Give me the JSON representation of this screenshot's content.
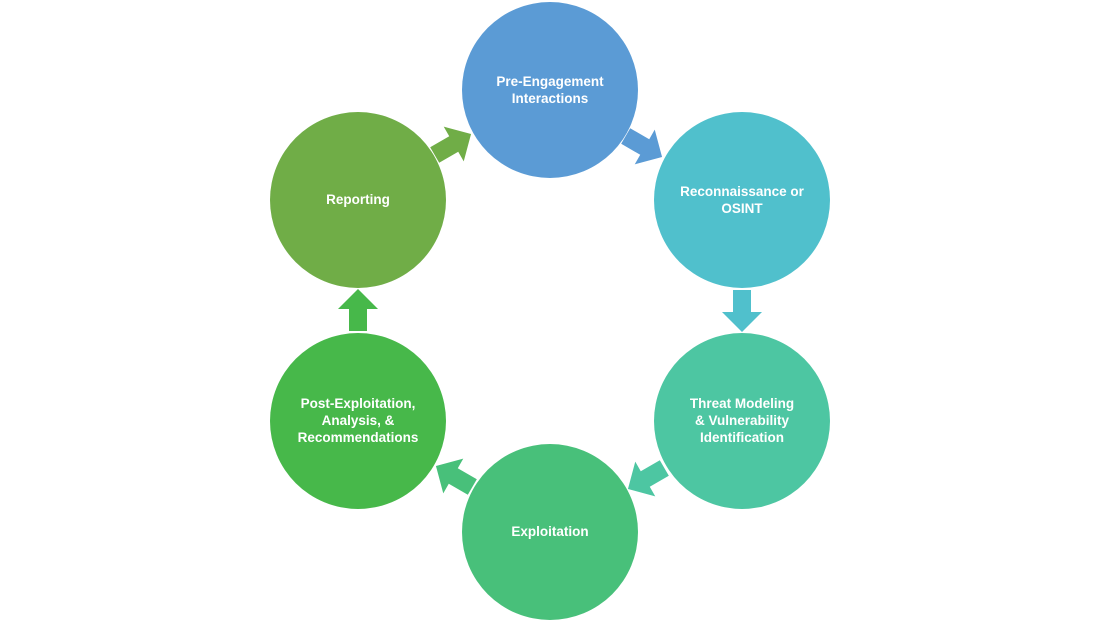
{
  "cycle": {
    "nodes": [
      {
        "id": "pre-engagement",
        "label": "Pre-Engagement\nInteractions",
        "color": "#5b9bd5"
      },
      {
        "id": "reconnaissance",
        "label": "Reconnaissance or\nOSINT",
        "color": "#50c0cc"
      },
      {
        "id": "threat-modeling",
        "label": "Threat Modeling\n& Vulnerability\nIdentification",
        "color": "#4dc6a2"
      },
      {
        "id": "exploitation",
        "label": "Exploitation",
        "color": "#48c07a"
      },
      {
        "id": "post-exploitation",
        "label": "Post-Exploitation,\nAnalysis, &\nRecommendations",
        "color": "#47b84a"
      },
      {
        "id": "reporting",
        "label": "Reporting",
        "color": "#70ad47"
      }
    ],
    "arrows": [
      {
        "from": "pre-engagement",
        "to": "reconnaissance",
        "color": "#5b9bd5"
      },
      {
        "from": "reconnaissance",
        "to": "threat-modeling",
        "color": "#50c0cc"
      },
      {
        "from": "threat-modeling",
        "to": "exploitation",
        "color": "#4dc6a2"
      },
      {
        "from": "exploitation",
        "to": "post-exploitation",
        "color": "#48c07a"
      },
      {
        "from": "post-exploitation",
        "to": "reporting",
        "color": "#47b84a"
      },
      {
        "from": "reporting",
        "to": "pre-engagement",
        "color": "#70ad47"
      }
    ]
  }
}
